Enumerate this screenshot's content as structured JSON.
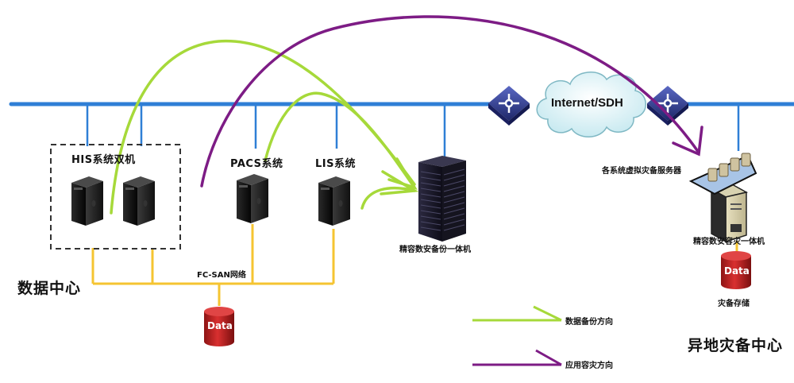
{
  "diagram": {
    "colors": {
      "network_bus": "#2f7fd6",
      "san_bus": "#f5c431",
      "backup_arrow": "#a6d93a",
      "dr_arrow": "#7d1c85",
      "switch": "#2c3a8c",
      "data_cylinder": "#c0201f",
      "dashed_border": "#333333"
    },
    "data_center": {
      "label": "数据中心",
      "his_group_label": "HIS系统双机",
      "pacs_label": "PACS系统",
      "lis_label": "LIS系统",
      "san_label": "FC-SAN网络",
      "storage_label": "Data",
      "backup_appliance_label": "精容数安备份一体机"
    },
    "wan": {
      "cloud_label": "Internet/SDH"
    },
    "dr_center": {
      "label": "异地灾备中心",
      "virtual_servers_label": "各系统虚拟灾备服务器",
      "dr_appliance_label": "精容数安容灾一体机",
      "storage_label": "Data",
      "storage_caption": "灾备存储"
    },
    "legend": {
      "items": [
        {
          "label": "数据备份方向",
          "color": "#a6d93a"
        },
        {
          "label": "应用容灾方向",
          "color": "#7d1c85"
        }
      ]
    }
  }
}
